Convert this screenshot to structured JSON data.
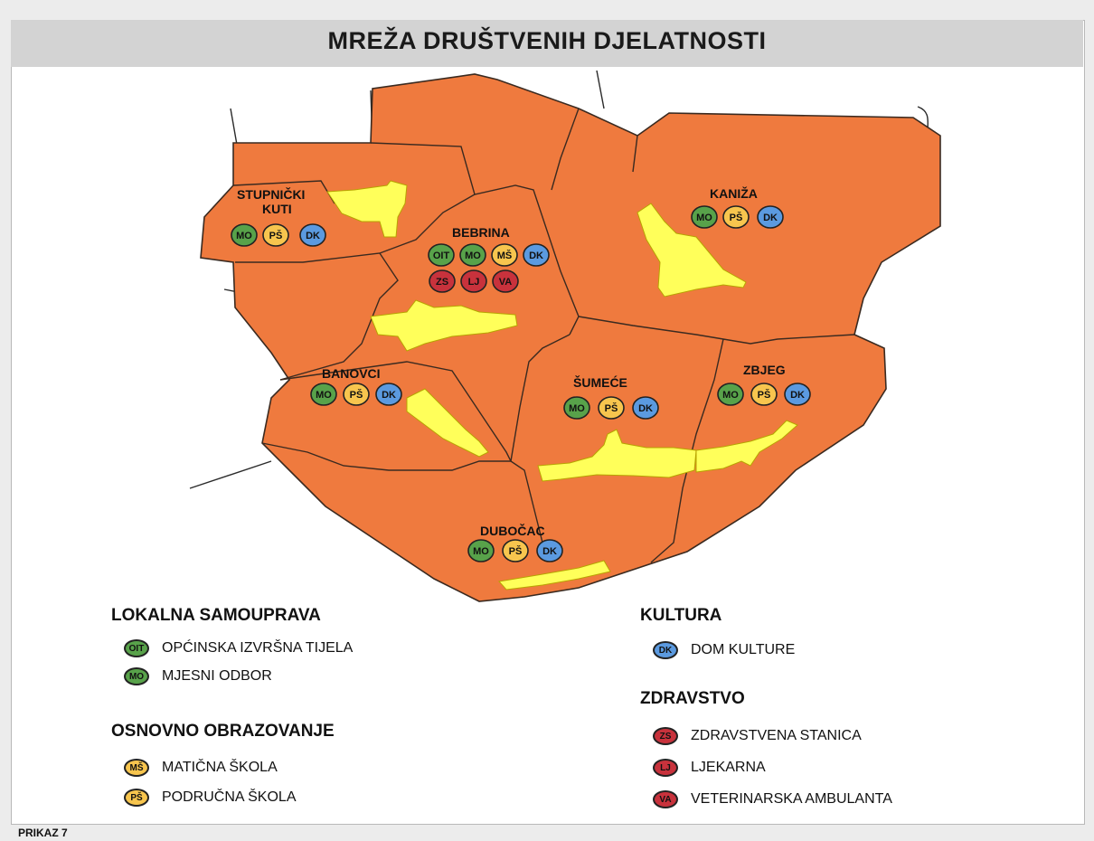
{
  "title": "MREŽA DRUŠTVENIH DJELATNOSTI",
  "footer": "PRIKAZ 7",
  "colors": {
    "territory": "#ef7a3e",
    "settlement": "#ffff5a",
    "border": "#3a2a20",
    "green_badge": "#58a24a",
    "yellow_badge": "#f7c54e",
    "blue_badge": "#5b9ae0",
    "red_badge": "#c8323c"
  },
  "icons": {
    "green_badge": "ellipse-badge-green",
    "yellow_badge": "ellipse-badge-yellow",
    "blue_badge": "ellipse-badge-blue",
    "red_badge": "ellipse-badge-red"
  },
  "settlements": [
    {
      "name": "STUPNIČKI",
      "name2": "KUTI",
      "badges": [
        "MO",
        "PŠ",
        "DK"
      ]
    },
    {
      "name": "BEBRINA",
      "badges": [
        "OIT",
        "MO",
        "MŠ",
        "DK"
      ],
      "badges2": [
        "ZS",
        "LJ",
        "VA"
      ]
    },
    {
      "name": "KANIŽA",
      "badges": [
        "MO",
        "PŠ",
        "DK"
      ]
    },
    {
      "name": "BANOVCI",
      "badges": [
        "MO",
        "PŠ",
        "DK"
      ]
    },
    {
      "name": "ŠUMEĆE",
      "badges": [
        "MO",
        "PŠ",
        "DK"
      ]
    },
    {
      "name": "ZBJEG",
      "badges": [
        "MO",
        "PŠ",
        "DK"
      ]
    },
    {
      "name": "DUBOČAC",
      "badges": [
        "MO",
        "PŠ",
        "DK"
      ]
    }
  ],
  "legend": {
    "local_government": {
      "title": "LOKALNA SAMOUPRAVA",
      "items": [
        {
          "code": "OIT",
          "label": "OPĆINSKA IZVRŠNA TIJELA"
        },
        {
          "code": "MO",
          "label": "MJESNI ODBOR"
        }
      ]
    },
    "primary_education": {
      "title": "OSNOVNO OBRAZOVANJE",
      "items": [
        {
          "code": "MŠ",
          "label": "MATIČNA ŠKOLA"
        },
        {
          "code": "PŠ",
          "label": "PODRUČNA ŠKOLA"
        }
      ]
    },
    "culture": {
      "title": "KULTURA",
      "items": [
        {
          "code": "DK",
          "label": "DOM KULTURE"
        }
      ]
    },
    "health": {
      "title": "ZDRAVSTVO",
      "items": [
        {
          "code": "ZS",
          "label": "ZDRAVSTVENA STANICA"
        },
        {
          "code": "LJ",
          "label": "LJEKARNA"
        },
        {
          "code": "VA",
          "label": "VETERINARSKA AMBULANTA"
        }
      ]
    }
  }
}
